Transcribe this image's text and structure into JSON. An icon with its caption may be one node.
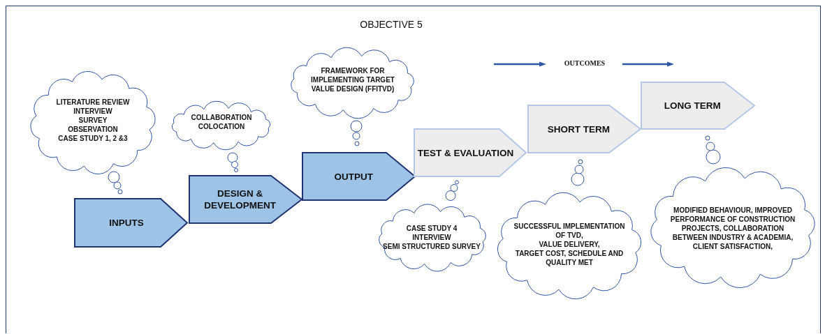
{
  "diagram": {
    "title": "OBJECTIVE 5",
    "nodes": [
      {
        "text": [
          "LITERATURE REVIEW",
          "INTERVIEW",
          "SURVEY",
          "OBSERVATION",
          "CASE STUDY 1, 2 &3"
        ]
      },
      {
        "text": [
          "INPUTS"
        ]
      },
      {
        "text": [
          "COLLABORATION",
          "COLOCATION"
        ]
      },
      {
        "text": [
          "DESIGN & DEVELOPMENT"
        ]
      },
      {
        "text": [
          "FRAMEWORK FOR IMPLEMENTING TARGET VALUE DESIGN (FFITVD)"
        ]
      },
      {
        "text": [
          "OUTPUT"
        ]
      },
      {
        "text": [
          "TEST & EVALUATION"
        ]
      },
      {
        "text": [
          "CASE STUDY 4",
          "INTERVIEW",
          "SEMI STRUCTURED SURVEY"
        ]
      },
      {
        "text": [
          "SHORT TERM"
        ]
      },
      {
        "text": [
          "SUCCESSFUL IMPLEMENTATION OF TVD,",
          "VALUE DELIVERY,",
          "TARGET COST, SCHEDULE AND QUALITY MET"
        ]
      },
      {
        "text": [
          "LONG TERM"
        ]
      },
      {
        "text": [
          "MODIFIED BEHAVIOUR, IMPROVED PERFORMANCE OF CONSTRUCTION PROJECTS, COLLABORATION BETWEEN INDUSTRY & ACADEMIA, CLIENT SATISFACTION,"
        ]
      }
    ],
    "labels": [
      "OUTCOMES"
    ]
  }
}
